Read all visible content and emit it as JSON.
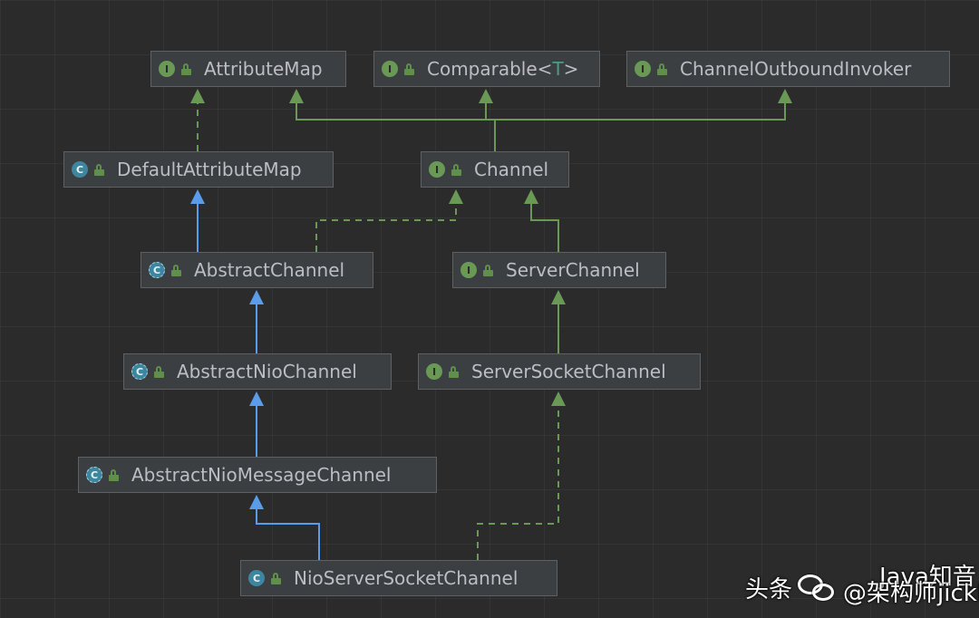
{
  "diagram": {
    "nodes": [
      {
        "id": "attributemap",
        "kind": "interface",
        "kind_letter": "I",
        "label": "AttributeMap"
      },
      {
        "id": "comparable",
        "kind": "interface",
        "kind_letter": "I",
        "label": "Comparable<",
        "type_param": "T",
        "label_suffix": ">"
      },
      {
        "id": "channeloutboundinvoker",
        "kind": "interface",
        "kind_letter": "I",
        "label": "ChannelOutboundInvoker"
      },
      {
        "id": "defaultattributemap",
        "kind": "class",
        "kind_letter": "C",
        "label": "DefaultAttributeMap"
      },
      {
        "id": "channel",
        "kind": "interface",
        "kind_letter": "I",
        "label": "Channel"
      },
      {
        "id": "abstractchannel",
        "kind": "abstract",
        "kind_letter": "C",
        "label": "AbstractChannel"
      },
      {
        "id": "serverchannel",
        "kind": "interface",
        "kind_letter": "I",
        "label": "ServerChannel"
      },
      {
        "id": "abstractniochannel",
        "kind": "abstract",
        "kind_letter": "C",
        "label": "AbstractNioChannel"
      },
      {
        "id": "serversocketchannel",
        "kind": "interface",
        "kind_letter": "I",
        "label": "ServerSocketChannel"
      },
      {
        "id": "abstractniomessagechannel",
        "kind": "abstract",
        "kind_letter": "C",
        "label": "AbstractNioMessageChannel"
      },
      {
        "id": "nioserversocketchannel",
        "kind": "class",
        "kind_letter": "C",
        "label": "NioServerSocketChannel"
      }
    ],
    "edges": [
      {
        "from": "channel",
        "to": "attributemap",
        "type": "interface-extends"
      },
      {
        "from": "channel",
        "to": "comparable",
        "type": "interface-extends"
      },
      {
        "from": "channel",
        "to": "channeloutboundinvoker",
        "type": "interface-extends"
      },
      {
        "from": "defaultattributemap",
        "to": "attributemap",
        "type": "implements"
      },
      {
        "from": "abstractchannel",
        "to": "defaultattributemap",
        "type": "extends"
      },
      {
        "from": "abstractchannel",
        "to": "channel",
        "type": "implements"
      },
      {
        "from": "serverchannel",
        "to": "channel",
        "type": "interface-extends"
      },
      {
        "from": "abstractniochannel",
        "to": "abstractchannel",
        "type": "extends"
      },
      {
        "from": "serversocketchannel",
        "to": "serverchannel",
        "type": "interface-extends"
      },
      {
        "from": "abstractniomessagechannel",
        "to": "abstractniochannel",
        "type": "extends"
      },
      {
        "from": "nioserversocketchannel",
        "to": "abstractniomessagechannel",
        "type": "extends"
      },
      {
        "from": "nioserversocketchannel",
        "to": "serversocketchannel",
        "type": "implements"
      }
    ],
    "colors": {
      "background": "#2b2b2b",
      "node_fill": "#3c3f41",
      "node_border": "#5e6062",
      "node_text": "#bcbec4",
      "interface_edge": "#6a9955",
      "class_edge": "#5a9bea",
      "interface_badge": "#6a9955",
      "class_badge": "#3e86a0"
    }
  },
  "watermark": {
    "platform": "头条",
    "author": "@架构师jickly",
    "channel_name": "Java知音",
    "icon": "wechat-icon"
  }
}
